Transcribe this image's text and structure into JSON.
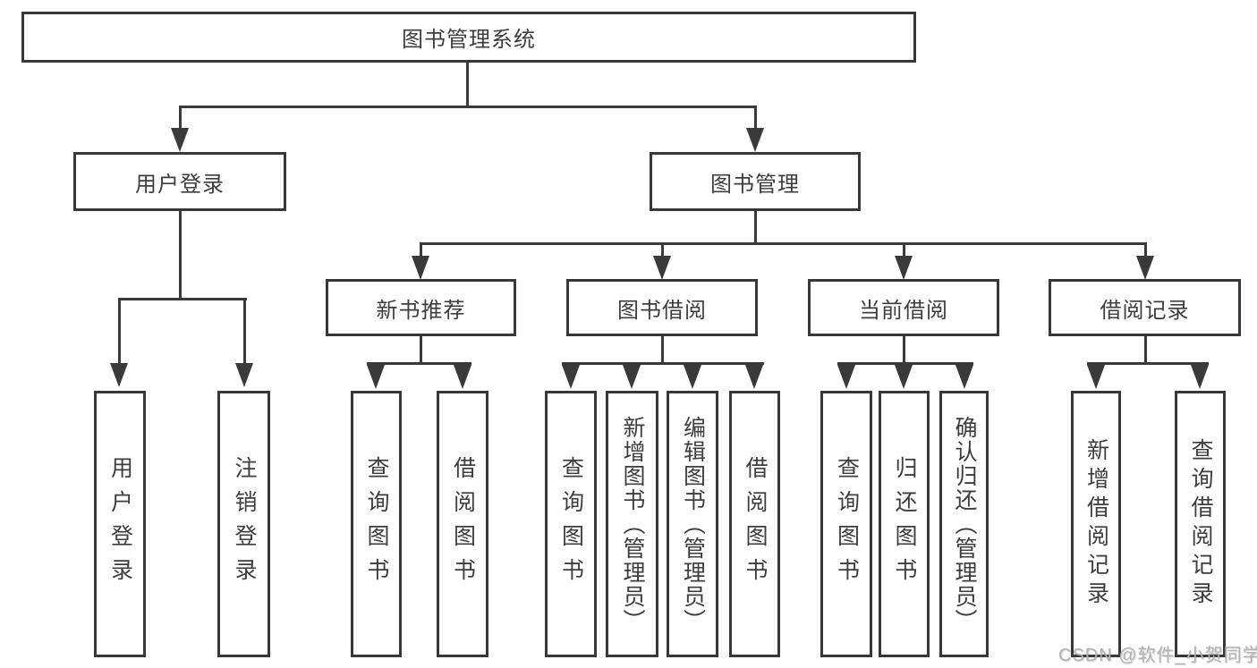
{
  "tree": {
    "label": "图书管理系统",
    "children": [
      {
        "label": "用户登录",
        "children": [
          {
            "label": "用户登录"
          },
          {
            "label": "注销登录"
          }
        ]
      },
      {
        "label": "图书管理",
        "children": [
          {
            "label": "新书推荐",
            "children": [
              {
                "label": "查询图书"
              },
              {
                "label": "借阅图书"
              }
            ]
          },
          {
            "label": "图书借阅",
            "children": [
              {
                "label": "查询图书"
              },
              {
                "label": "新增图书（管理员）"
              },
              {
                "label": "编辑图书（管理员）"
              },
              {
                "label": "借阅图书"
              }
            ]
          },
          {
            "label": "当前借阅",
            "children": [
              {
                "label": "查询图书"
              },
              {
                "label": "归还图书"
              },
              {
                "label": "确认归还（管理员）"
              }
            ]
          },
          {
            "label": "借阅记录",
            "children": [
              {
                "label": "新增借阅记录"
              },
              {
                "label": "查询借阅记录"
              }
            ]
          }
        ]
      }
    ]
  },
  "watermark": {
    "text": "CSDN @软件_小贺同学"
  },
  "colors": {
    "line": "#3a3a3a",
    "box_border": "#383838",
    "text": "#3d3d3d",
    "watermark": "#b3b3b3",
    "background": "#ffffff"
  }
}
